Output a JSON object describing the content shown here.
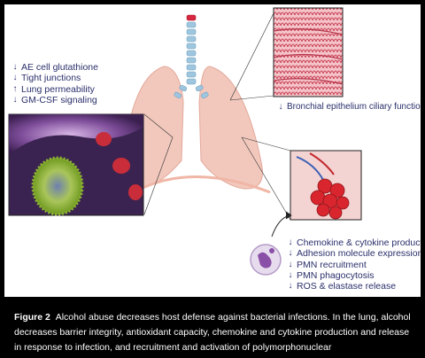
{
  "left_list": [
    {
      "arrow": "↓",
      "text": "AE cell glutathione"
    },
    {
      "arrow": "↓",
      "text": "Tight junctions"
    },
    {
      "arrow": "↑",
      "text": "Lung permeability"
    },
    {
      "arrow": "↓",
      "text": "GM-CSF signaling"
    }
  ],
  "right_label": {
    "arrow": "↓",
    "text": "Bronchial epithelium ciliary function"
  },
  "bottom_list": [
    {
      "arrow": "↓",
      "text": "Chemokine & cytokine production"
    },
    {
      "arrow": "↓",
      "text": "Adhesion molecule expression"
    },
    {
      "arrow": "↓",
      "text": "PMN recruitment"
    },
    {
      "arrow": "↓",
      "text": "PMN phagocytosis"
    },
    {
      "arrow": "↓",
      "text": "ROS & elastase release"
    }
  ],
  "caption": {
    "label": "Figure 2",
    "text": "Alcohol abuse decreases host defense against bacterial infections. In the lung, alcohol decreases barrier integrity, antioxidant capacity, chemokine and cytokine production and release in response to infection, and recruitment and activation of polymorphonuclear"
  },
  "colors": {
    "text": "#2a2f6b",
    "lung": "#f2c8bd",
    "trachea": "#9fc6df",
    "cilia": "#e0707a",
    "alveoli": "#d9262e",
    "cell_outer": "#a45ea3",
    "bacterium": "#9bbf3a"
  }
}
